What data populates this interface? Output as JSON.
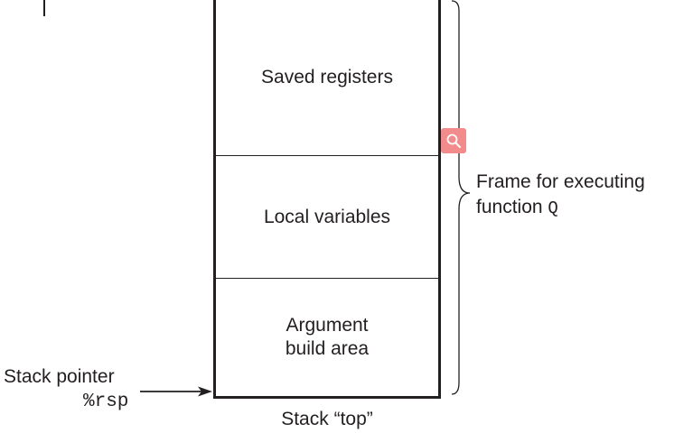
{
  "stack": {
    "sections": [
      {
        "label": "Saved registers"
      },
      {
        "label": "Local variables"
      },
      {
        "label_line1": "Argument",
        "label_line2": "build area"
      }
    ]
  },
  "frame": {
    "label_line1": "Frame for executing",
    "label_line2_prefix": "function ",
    "label_line2_code": "Q"
  },
  "stack_pointer": {
    "label": "Stack pointer",
    "register": "%rsp"
  },
  "stack_top_label": "Stack “top”",
  "icons": {
    "zoom": "magnifier-icon",
    "arrow": "arrow-right-icon",
    "brace": "right-curly-brace-icon"
  },
  "colors": {
    "ink": "#231f20",
    "zoom_badge": "#f28b8b"
  }
}
